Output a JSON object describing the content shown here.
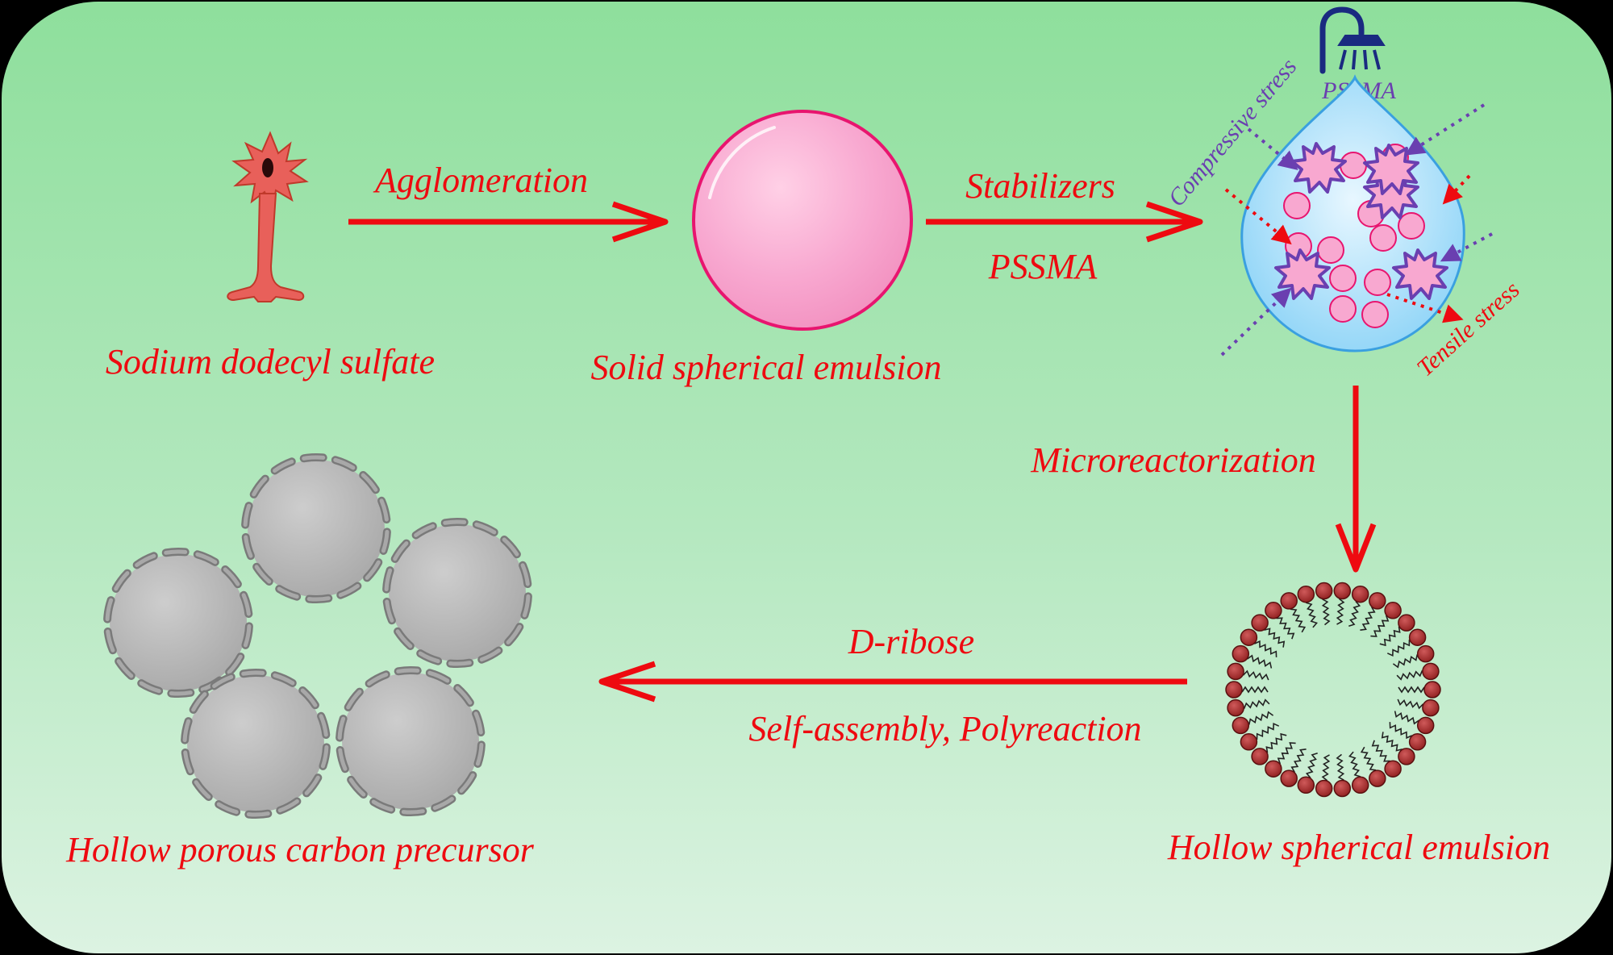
{
  "labels": {
    "surfactant": "Sodium dodecyl sulfate",
    "agglomeration": "Agglomeration",
    "solid_emulsion": "Solid spherical emulsion",
    "stabilizers": "Stabilizers",
    "pssma_arrow": "PSSMA",
    "pssma_shower": "PSSMA",
    "compressive": "Compressive stress",
    "tensile": "Tensile stress",
    "microreactorization": "Microreactorization",
    "hollow_emulsion": "Hollow spherical emulsion",
    "d_ribose": "D-ribose",
    "self_assembly": "Self-assembly, Polyreaction",
    "carbon_precursor": "Hollow porous carbon precursor"
  },
  "colors": {
    "label_red": "#ee0a10",
    "arrow_red": "#ee0a10",
    "stress_purple": "#6a3fb0",
    "pink_sphere": "#f8a8d0",
    "pink_edge": "#e8156f",
    "lipid_head": "#a52a2a",
    "gray_sphere": "#b8b8b8",
    "shower_blue": "#1a2a80"
  },
  "icons": [
    "sds-molecule-icon",
    "shower-icon",
    "burst-icon",
    "lipid-head-icon"
  ]
}
